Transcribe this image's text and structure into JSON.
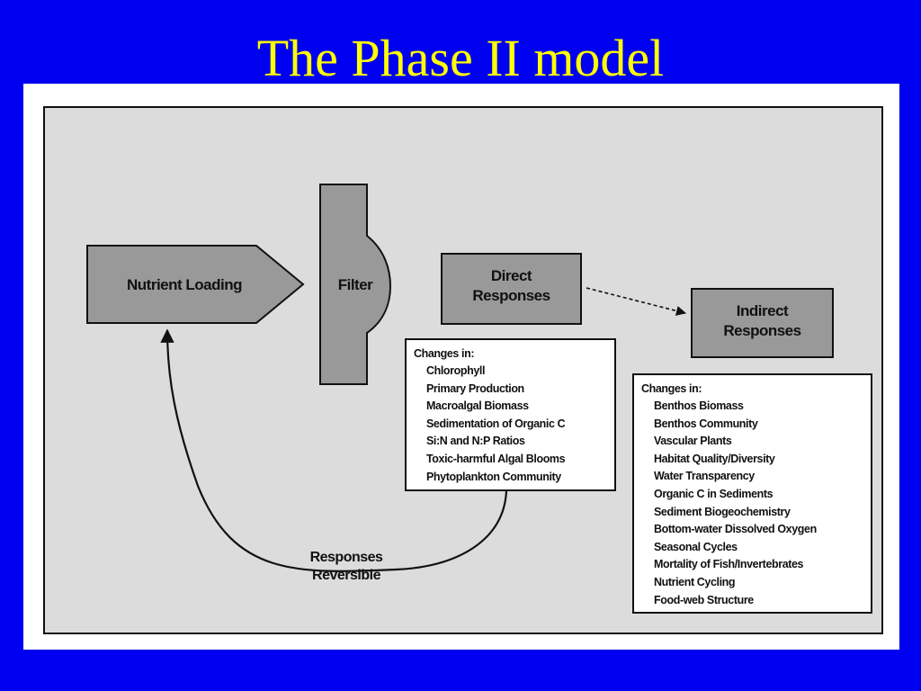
{
  "title": "The Phase II model",
  "colors": {
    "background": "#0000f0",
    "title": "#ffff00",
    "panel": "#dcdcdc",
    "box_fill": "#999999"
  },
  "diagram": {
    "nutrient_loading": "Nutrient Loading",
    "filter": "Filter",
    "direct_responses": {
      "line1": "Direct",
      "line2": "Responses"
    },
    "indirect_responses": {
      "line1": "Indirect",
      "line2": "Responses"
    },
    "direct_changes": {
      "heading": "Changes in:",
      "items": [
        "Chlorophyll",
        "Primary Production",
        "Macroalgal Biomass",
        "Sedimentation of Organic C",
        "Si:N and N:P Ratios",
        "Toxic-harmful Algal Blooms",
        "Phytoplankton Community"
      ]
    },
    "indirect_changes": {
      "heading": "Changes in:",
      "items": [
        "Benthos Biomass",
        "Benthos Community",
        "Vascular Plants",
        "Habitat Quality/Diversity",
        "Water Transparency",
        "Organic C in Sediments",
        "Sediment Biogeochemistry",
        "Bottom-water Dissolved Oxygen",
        "Seasonal Cycles",
        "Mortality of Fish/Invertebrates",
        "Nutrient Cycling",
        "Food-web Structure"
      ]
    },
    "loop_label": {
      "line1": "Responses",
      "line2": "Reversible"
    }
  }
}
